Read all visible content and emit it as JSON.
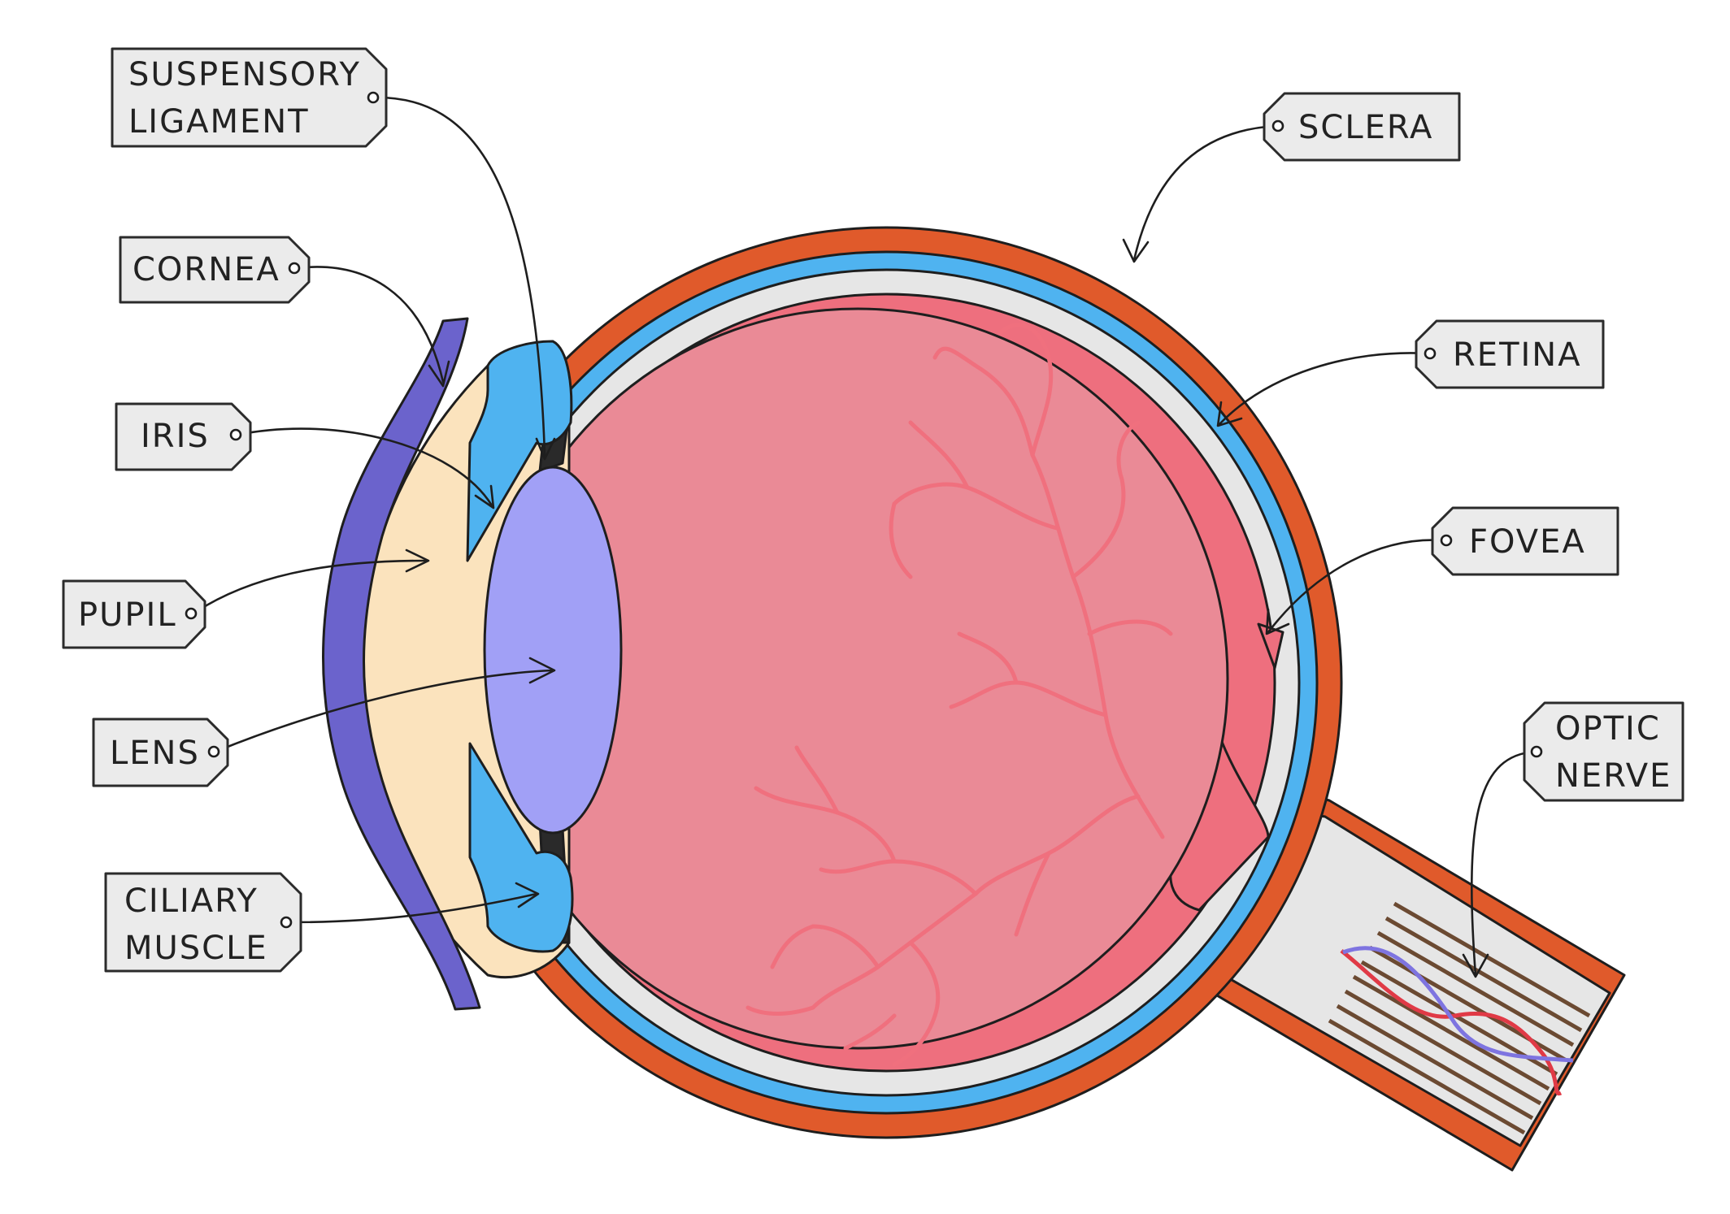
{
  "labels": {
    "suspensory_ligament": [
      "SUSPENSORY",
      "LIGAMENT"
    ],
    "cornea": "CORNEA",
    "iris": "IRIS",
    "pupil": "PUPIL",
    "lens": "LENS",
    "ciliary_muscle": [
      "CILIARY",
      "MUSCLE"
    ],
    "sclera": "SCLERA",
    "retina": "RETINA",
    "fovea": "FOVEA",
    "optic_nerve": [
      "OPTIC",
      "NERVE"
    ]
  },
  "colors": {
    "sclera": "#e05a2b",
    "choroid": "#4fb3f0",
    "gap": "#e6e6e6",
    "retina": "#ee6f7e",
    "vitreous": "#ea8a96",
    "cornea": "#6b63cc",
    "aqueous": "#fbe3bd",
    "lens": "#a1a0f6",
    "ciliary": "#4fb3f0",
    "nerve_fibres": "#6b4a32",
    "artery": "#e03a46",
    "vein": "#7e74e0",
    "tag": "#ebebeb"
  }
}
